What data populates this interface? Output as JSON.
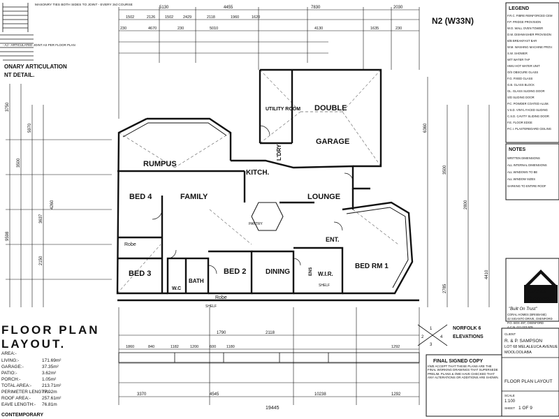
{
  "header": {
    "sheet_code": "N2 (W33N)",
    "masonry_note": "MASONRY TIES BOTH SIDES TO JOINT - EVERY 3rd COURSE",
    "articulation_note": "- AJ - ARTICULATED JOINT AS PER FLOOR PLAN",
    "section_title_1": "ONARY ARTICULATION",
    "section_title_2": "NT DETAIL."
  },
  "rooms": {
    "rumpus": "RUMPUS",
    "utility": "UTILITY ROOM",
    "laundry": "L'DRY",
    "double_garage_1": "DOUBLE",
    "double_garage_2": "GARAGE",
    "kitchen": "KITCH.",
    "family": "FAMILY",
    "lounge": "LOUNGE",
    "bed4": "BED 4",
    "bed3": "BED 3",
    "bed2": "BED 2",
    "bath": "BATH",
    "wc": "W.C",
    "dining": "DINING",
    "wir": "W.I.R.",
    "ent": "ENT.",
    "bed_master": "BED RM 1",
    "robe1": "Robe",
    "robe2": "Robe",
    "pantry": "PANTRY",
    "shelf1": "SHELF",
    "shelf2": "SHELF",
    "ens": "ENS"
  },
  "dimensions": {
    "top_row_1": [
      "5130",
      "4455",
      "7830",
      "2030"
    ],
    "top_row_2": [
      "1502",
      "2126",
      "1502",
      "2429",
      "2118",
      "1960",
      "1620"
    ],
    "top_row_3": [
      "230",
      "4670",
      "230",
      "5010",
      "4130",
      "1635",
      "230"
    ],
    "bottom_row_1": [
      "1790",
      "2118"
    ],
    "bottom_row_2": [
      "1860",
      "840",
      "1182",
      "1200",
      "600",
      "1180",
      "1292"
    ],
    "bottom_row_3": [
      "3370",
      "4545",
      "10238",
      "1292"
    ],
    "bottom_total": "19445",
    "left_side": [
      "3750",
      "3500",
      "5970",
      "9598",
      "3637",
      "2150",
      "4260"
    ],
    "right_side": [
      "6360",
      "3500",
      "2800",
      "4410",
      "2785"
    ]
  },
  "legend": {
    "title": "LEGEND",
    "items": [
      "F.R.C. FIBRE REINFORCED CEM",
      "F.P. FRIDGE PROVISION",
      "W.O. WALL OVEN TOWER",
      "D.W. DISHWASHER PROVISION",
      "B/B BREAKFAST BAR",
      "W.M. WASHING MACHINE PROV.",
      "S.W. SHOWER",
      "W/T WATER TAP",
      "HWU HOT WATER UNIT",
      "O/S OBSCURE GLASS",
      "F.G. FIXED GLASS",
      "G.B. GLASS BLOCK",
      "GL. GLASS SLIDING DOOR",
      "S/D SLIDING DOOR",
      "P.C. POWDER COATED ALUM.",
      "V.S.D. VINYL FACED SLIDING",
      "C.S.D. CAVITY SLIDING DOOR",
      "F.E. FLOOR EDGE",
      "P.C.I. PLASTERBOARD CEILING"
    ]
  },
  "notes": {
    "title": "NOTES",
    "lines": [
      "WRITTEN DIMENSIONS",
      "ALL INTERNAL DIMENSIONS",
      "ALL WINDOWS TO BE",
      "ALL WINDOW SIZES",
      "SARKING TO ENTIRE ROOF"
    ]
  },
  "company": {
    "logo_text_1": "Coral",
    "logo_text_2": "Homes",
    "tagline": "\"Built On Trust\"",
    "address_1": "CORAL HOMES (BRISBANE)",
    "address_2": "42 SIGANTO DRIVE, OXENFORD",
    "address_3": "P.O. BOX 497, OXENFORD",
    "address_4": "A.C.N. 011 023 929"
  },
  "title_block": {
    "client_label": "CLIENT",
    "client": "R. & P. SAMPSON",
    "lot": "LOT 68 MELALEUCA AVENUE",
    "suburb": "MOOLOOLABA",
    "drawing_title": "FLOOR PLAN LAYOUT",
    "sheet_label": "SHEET",
    "sheet": "1 OF 9",
    "scale_label": "SCALE",
    "scale": "1:100"
  },
  "final_copy": {
    "title": "FINAL SIGNED COPY",
    "text": "I/WE ACCEPT THAT THESE PLANS ARE THE FINAL WORKING DRAWINGS THAT SUPERSEDE PRELIM. PLANS & I/WE HAVE CHECKED THAT ANY ALTERATIONS OR ADDITIONS ARE SHOWN."
  },
  "elevations": {
    "name": "NORFOLK 6",
    "label": "ELEVATIONS"
  },
  "floor_plan_title": {
    "line1": "FLOOR PLAN",
    "line2": "LAYOUT."
  },
  "areas": {
    "items": [
      {
        "label": "AREA:-",
        "value": ""
      },
      {
        "label": "LIVING:-",
        "value": "171.69m²"
      },
      {
        "label": "GARAGE:-",
        "value": "37.35m²"
      },
      {
        "label": "PATIO:-",
        "value": "3.62m²"
      },
      {
        "label": "PORCH:-",
        "value": "1.05m²"
      },
      {
        "label": "TOTAL AREA:-",
        "value": "213.71m²"
      },
      {
        "label": "PERIMETER LENGTH:-",
        "value": "77.02m"
      },
      {
        "label": "ROOF AREA:-",
        "value": "257.61m²"
      },
      {
        "label": "EAVE LENGTH:-",
        "value": "76.81m"
      }
    ],
    "style": "CONTEMPORARY"
  }
}
